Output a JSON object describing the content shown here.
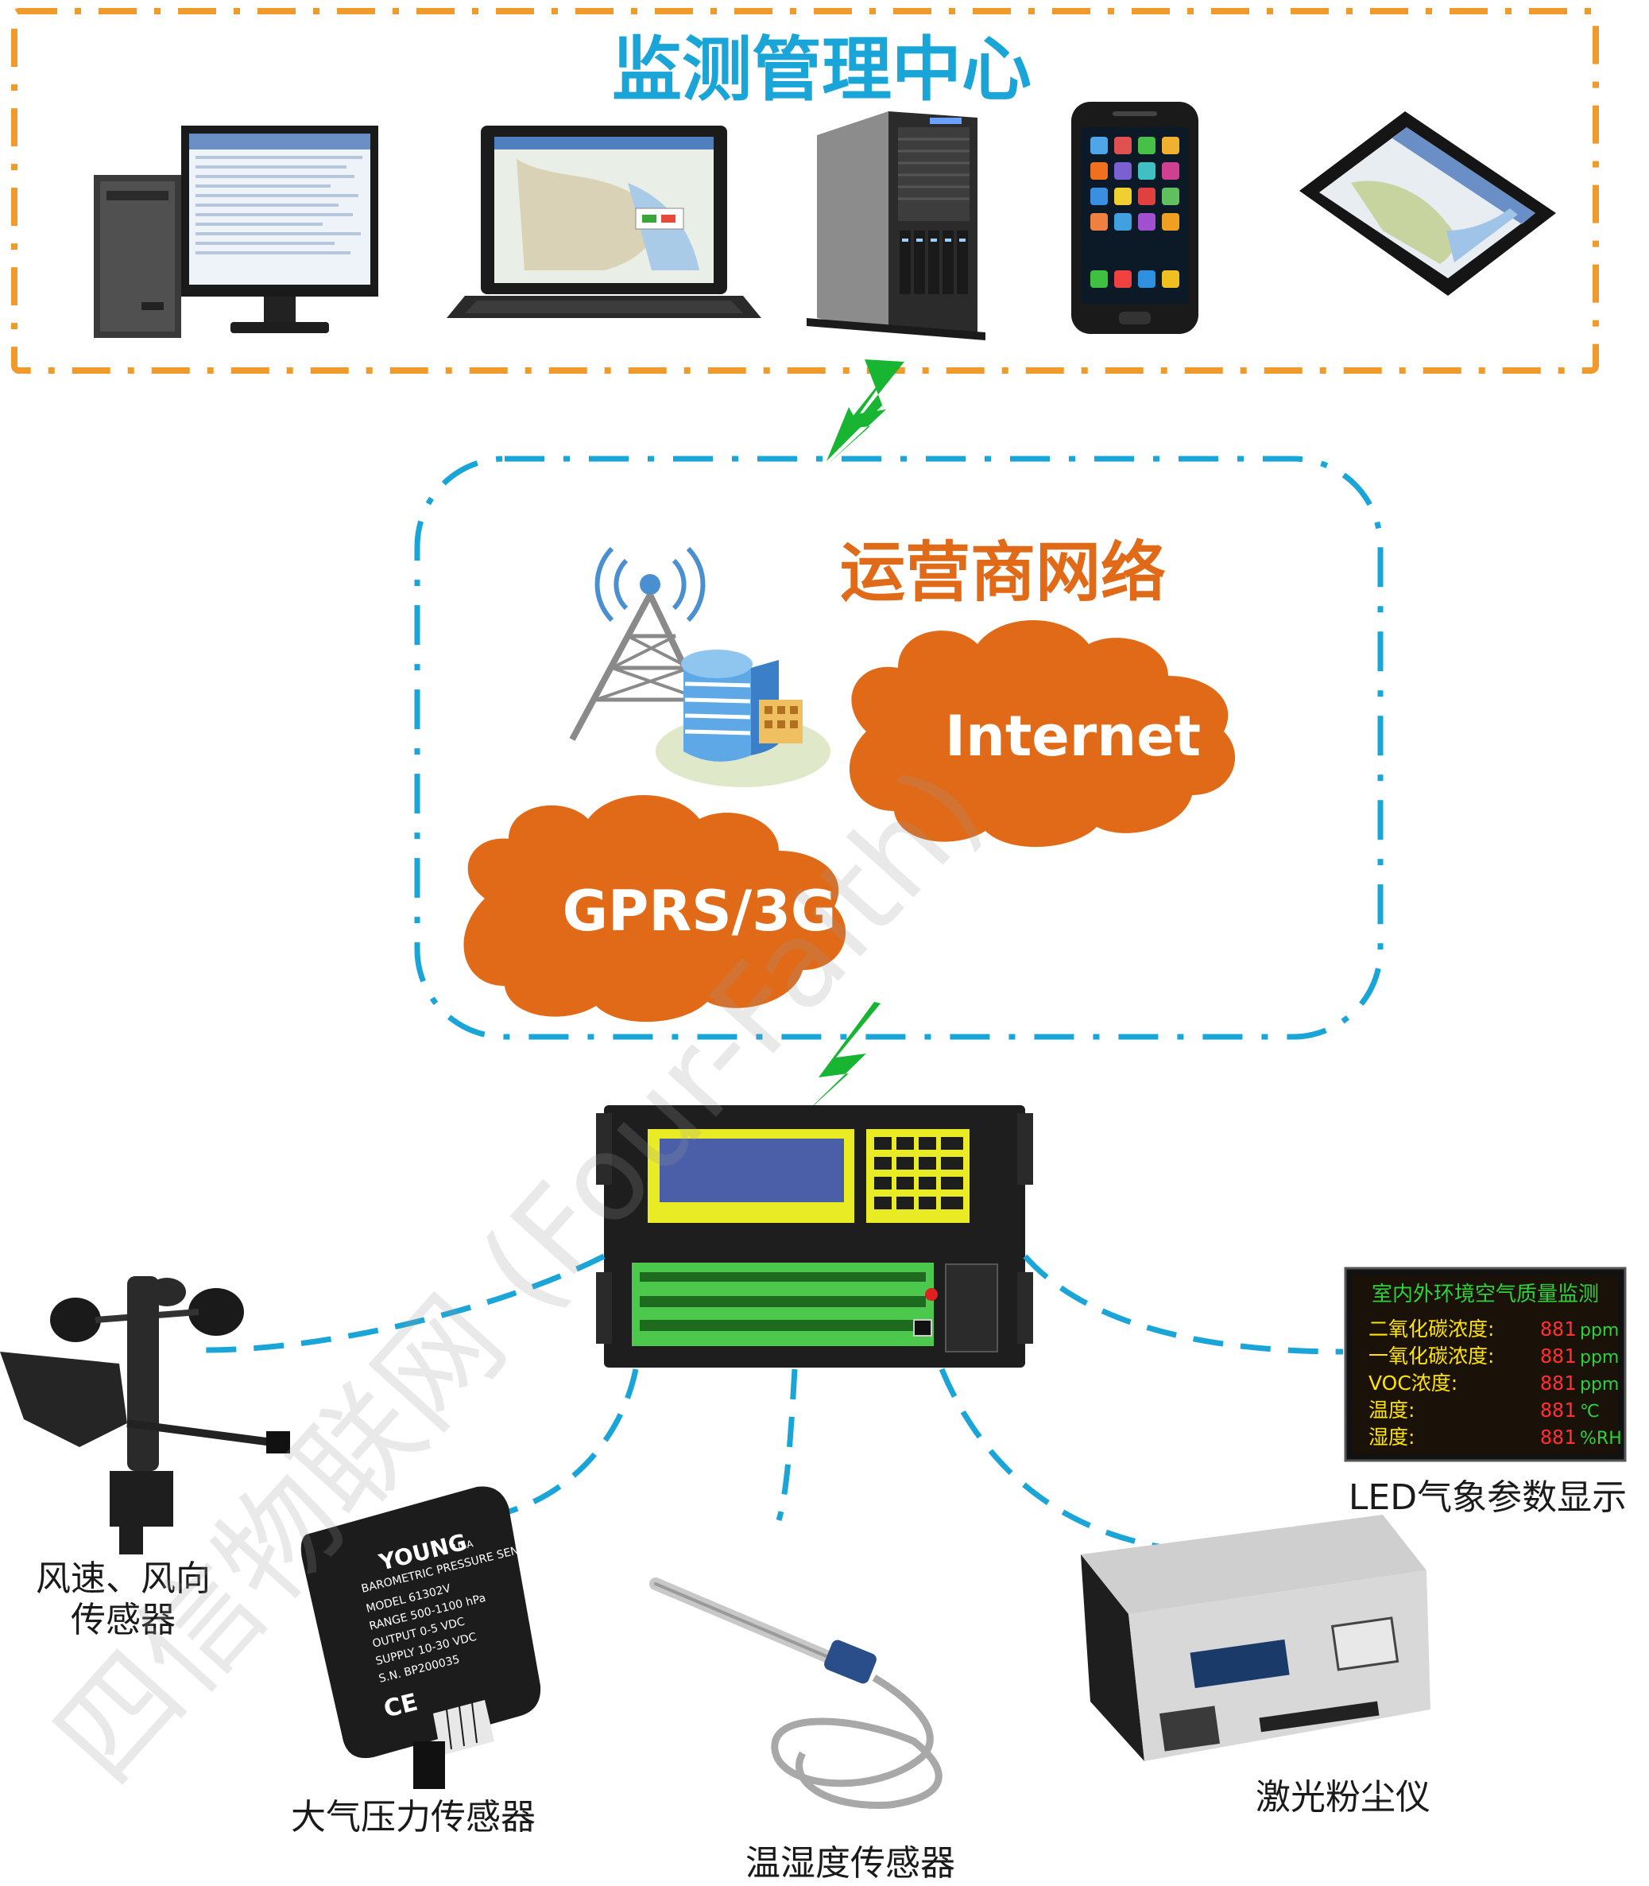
{
  "monitoring_center": {
    "title": "监测管理中心",
    "devices": [
      "desktop-computer",
      "laptop",
      "tower-server",
      "smartphone",
      "tablet"
    ]
  },
  "operator_network": {
    "title": "运营商网络",
    "internet_label": "Internet",
    "gprs_label": "GPRS/3G"
  },
  "sensors": {
    "wind_line1": "风速、风向",
    "wind_line2": "传感器",
    "pressure": "大气压力传感器",
    "temp_humidity": "温湿度传感器",
    "dust": "激光粉尘仪",
    "led_display": "LED气象参数显示"
  },
  "led_panel": {
    "title": "室内外环境空气质量监测",
    "rows": [
      {
        "label": "二氧化碳浓度:",
        "value": "881",
        "unit": "ppm"
      },
      {
        "label": "一氧化碳浓度:",
        "value": "881",
        "unit": "ppm"
      },
      {
        "label": "VOC浓度:",
        "value": "881",
        "unit": "ppm"
      },
      {
        "label": "温度:",
        "value": "881",
        "unit": "℃"
      },
      {
        "label": "湿度:",
        "value": "881",
        "unit": "%RH"
      }
    ]
  },
  "pressure_sensor_text": {
    "brand": "YOUNG",
    "brand_suffix": "USA",
    "desc": "BAROMETRIC PRESSURE SENSOR",
    "model": "MODEL 61302V",
    "range": "RANGE 500-1100 hPa",
    "output": "OUTPUT 0-5 VDC",
    "supply": "SUPPLY 10-30 VDC",
    "sn": "S.N. BP200035",
    "ce": "CE"
  },
  "watermark": "四信物联网 (Four-Faith)",
  "colors": {
    "orange_border": "#ef9a2a",
    "blue_dash": "#1aa5d8",
    "cloud_orange": "#e06a17",
    "lightning_green": "#17b532"
  }
}
